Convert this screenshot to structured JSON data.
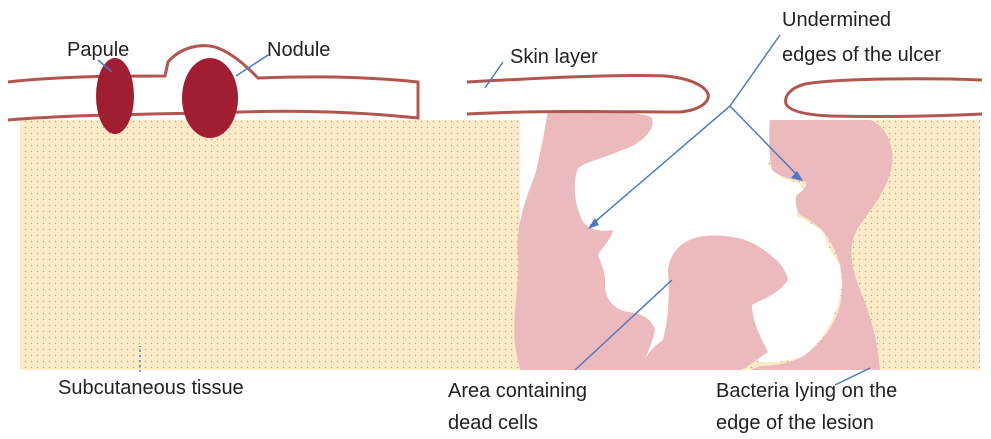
{
  "labels": {
    "papule": "Papule",
    "nodule": "Nodule",
    "skin_layer": "Skin layer",
    "undermined_line1": "Undermined",
    "undermined_line2": "edges of the ulcer",
    "subcutaneous": "Subcutaneous tissue",
    "dead_cells_line1": "Area containing",
    "dead_cells_line2": "dead cells",
    "bacteria_line1": "Bacteria lying on the",
    "bacteria_line2": "edge of the lesion"
  },
  "colors": {
    "tissue_fill": "#fcebc6",
    "tissue_dots": "#b5a58a",
    "skin_outline": "#b0564e",
    "dead_tissue": "#ecb9bd",
    "papule_nodule": "#a11d32",
    "leader_line": "#4a7ac6"
  }
}
